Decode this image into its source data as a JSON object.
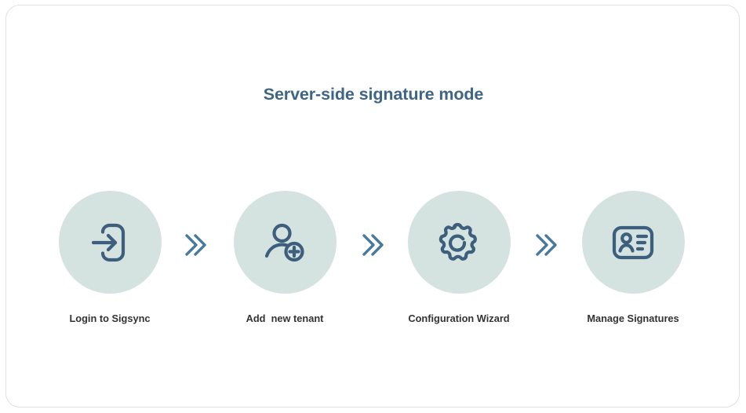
{
  "card": {
    "title": "Server-side signature mode",
    "title_color": "#3d6585",
    "border_color": "#e0e0e0",
    "background": "#ffffff"
  },
  "theme": {
    "circle_fill": "#d4e3e0",
    "icon_color": "#3d5f7d",
    "chevron_color": "#4a7a9b",
    "label_color": "#333333"
  },
  "flow": {
    "steps": [
      {
        "label": "Login to Sigsync",
        "icon": "login-arrow-icon"
      },
      {
        "label": "Add  new tenant",
        "icon": "add-user-icon"
      },
      {
        "label": "Configuration Wizard",
        "icon": "gear-icon"
      },
      {
        "label": "Manage Signatures",
        "icon": "id-card-icon"
      }
    ],
    "separators": [
      {
        "icon": "double-chevron-right-icon",
        "glyph": "»"
      },
      {
        "icon": "double-chevron-right-icon",
        "glyph": "»"
      },
      {
        "icon": "double-chevron-right-icon",
        "glyph": "»"
      }
    ]
  }
}
